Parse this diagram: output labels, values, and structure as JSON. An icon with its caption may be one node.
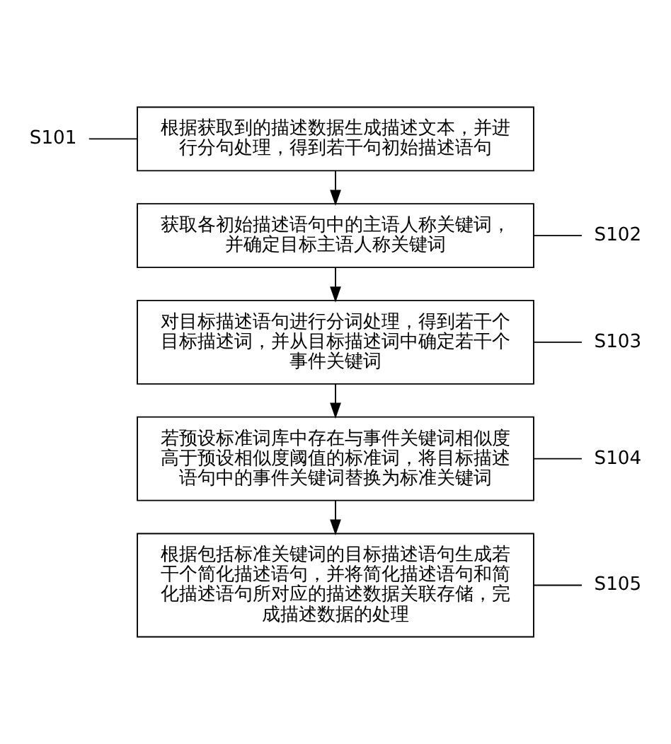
{
  "diagram": {
    "nodes": [
      {
        "text": [
          "S101"
        ]
      },
      {
        "text": [
          "根据获取到的描述数据生成描述文本，并进行分句处理，得到若干句初始描述语句"
        ]
      },
      {
        "text": [
          "S102"
        ]
      },
      {
        "text": [
          "获取各初始描述语句中的主语人称关键词，并确定目标主语人称关键词"
        ]
      },
      {
        "text": [
          "S103"
        ]
      },
      {
        "text": [
          "对目标描述语句进行分词处理，得到若干个目标描述词，并从目标描述词中确定若干个事件关键词"
        ]
      },
      {
        "text": [
          "S104"
        ]
      },
      {
        "text": [
          "若预设标准词库中存在与事件关键词相似度高于预设相似度阈值的标准词，将目标描述语句中的事件关键词替换为标准关键词"
        ]
      },
      {
        "text": [
          "S105"
        ]
      },
      {
        "text": [
          "根据包括标准关键词的目标描述语句生成若干个简化描述语句，并将简化描述语句和简化描述语句所对应的描述数据关联存储，完成描述数据的处理"
        ]
      }
    ],
    "edges": [
      {
        "from": 0,
        "to": 1,
        "arrow": "none"
      },
      {
        "from": 1,
        "to": 3,
        "arrow": "to"
      },
      {
        "from": 2,
        "to": 3,
        "arrow": "none"
      },
      {
        "from": 3,
        "to": 5,
        "arrow": "to"
      },
      {
        "from": 4,
        "to": 5,
        "arrow": "none"
      },
      {
        "from": 5,
        "to": 7,
        "arrow": "to"
      },
      {
        "from": 6,
        "to": 7,
        "arrow": "none"
      },
      {
        "from": 7,
        "to": 9,
        "arrow": "to"
      },
      {
        "from": 8,
        "to": 9,
        "arrow": "none"
      }
    ]
  }
}
